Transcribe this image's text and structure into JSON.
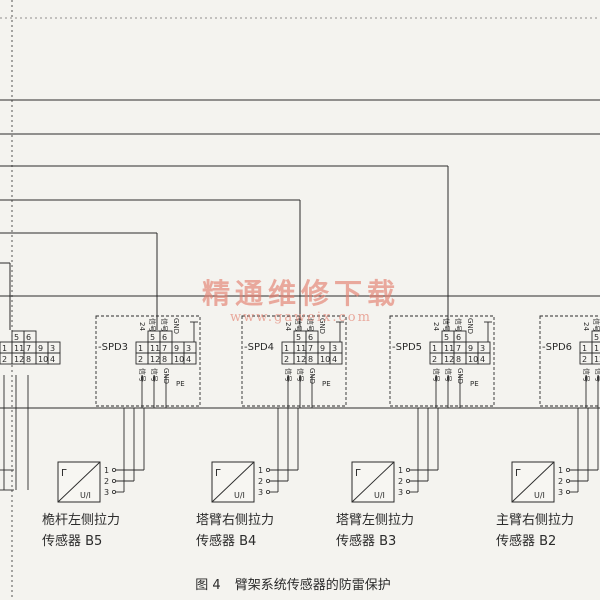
{
  "figure": {
    "caption_number": "图 4",
    "caption_text": "臂架系统传感器的防雷保护",
    "watermark_main": "精通维修下载",
    "watermark_url": "www.gaweix.com"
  },
  "spd_modules": [
    {
      "label": "-SPD3"
    },
    {
      "label": "-SPD4"
    },
    {
      "label": "-SPD5"
    },
    {
      "label": "-SPD6"
    }
  ],
  "terminal_numbers": {
    "top_row": [
      "1",
      "11",
      "7",
      "9",
      "3"
    ],
    "mid_row": [
      "2",
      "12",
      "8",
      "10",
      "4"
    ],
    "left_pair": [
      "5",
      "6"
    ]
  },
  "pin_marks": {
    "v24": "24",
    "signal": "信号",
    "gnd": "GND",
    "pe": "PE"
  },
  "sensors": [
    {
      "name": "桅杆左侧拉力",
      "tag": "传感器 B5"
    },
    {
      "name": "塔臂右侧拉力",
      "tag": "传感器 B4"
    },
    {
      "name": "塔臂左侧拉力",
      "tag": "传感器 B3"
    },
    {
      "name": "主臂右侧拉力",
      "tag": "传感器 B2"
    }
  ],
  "sensor_symbols": {
    "top": "Γ",
    "bottom": "U/I",
    "pins": [
      "1",
      "2",
      "3"
    ]
  }
}
